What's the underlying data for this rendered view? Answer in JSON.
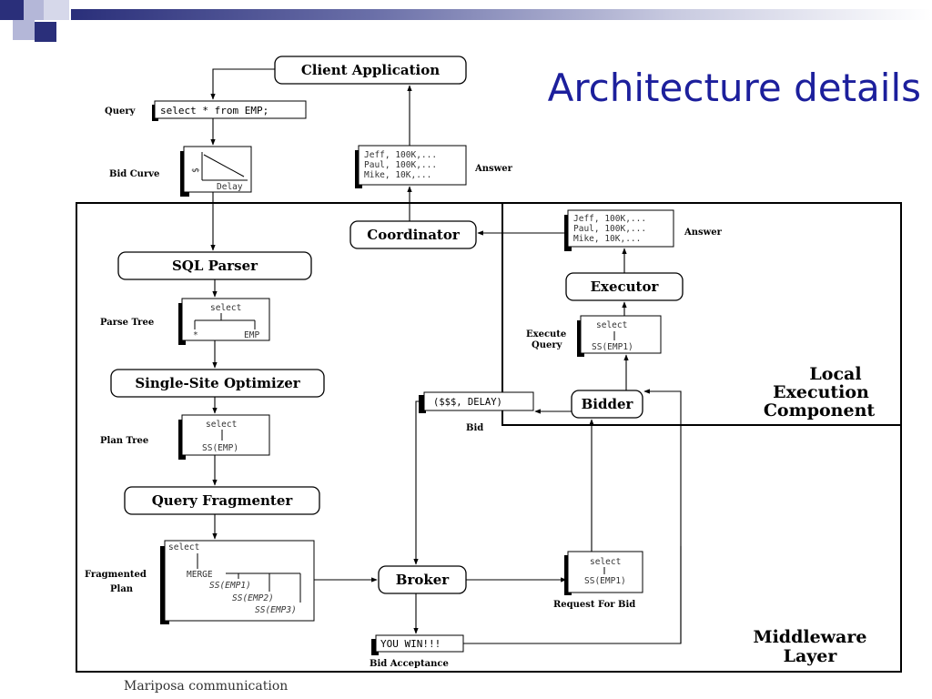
{
  "slide": {
    "title": "Architecture details",
    "caption": "Mariposa communication"
  },
  "nodes": {
    "client_application": "Client Application",
    "coordinator": "Coordinator",
    "sql_parser": "SQL Parser",
    "single_site_optimizer": "Single-Site Optimizer",
    "query_fragmenter": "Query Fragmenter",
    "broker": "Broker",
    "executor": "Executor",
    "bidder": "Bidder"
  },
  "labels": {
    "query": "Query",
    "bid_curve": "Bid Curve",
    "parse_tree": "Parse Tree",
    "plan_tree": "Plan Tree",
    "fragmented_plan_1": "Fragmented",
    "fragmented_plan_2": "Plan",
    "answer_top": "Answer",
    "answer_local": "Answer",
    "execute_query_1": "Execute",
    "execute_query_2": "Query",
    "bid": "Bid",
    "request_for_bid": "Request  For Bid",
    "bid_acceptance": "Bid  Acceptance"
  },
  "regions": {
    "local_execution": [
      "Local",
      "Execution",
      "Component"
    ],
    "middleware": [
      "Middleware",
      "Layer"
    ]
  },
  "boxes": {
    "query_text": "select * from EMP;",
    "bid_curve_y": "$",
    "bid_curve_x": "Delay",
    "answer_rows": [
      "Jeff, 100K,...",
      "Paul, 100K,...",
      "Mike, 10K,..."
    ],
    "parse_tree": {
      "root": "select",
      "left": "*",
      "right": "EMP"
    },
    "plan_tree": {
      "root": "select",
      "child": "SS(EMP)"
    },
    "fragmented_plan": {
      "root": "select",
      "merge": "MERGE",
      "leaves": [
        "SS(EMP1)",
        "SS(EMP2)",
        "SS(EMP3)"
      ]
    },
    "execute_query": {
      "root": "select",
      "child": "SS(EMP1)"
    },
    "request_for_bid": {
      "root": "select",
      "child": "SS(EMP1)"
    },
    "bid_value": "($$$, DELAY)",
    "you_win": "YOU WIN!!!"
  },
  "colors": {
    "title": "#1c1f9c",
    "bar_dark": "#2a2f7a",
    "square_light": "#b4b7d8"
  }
}
